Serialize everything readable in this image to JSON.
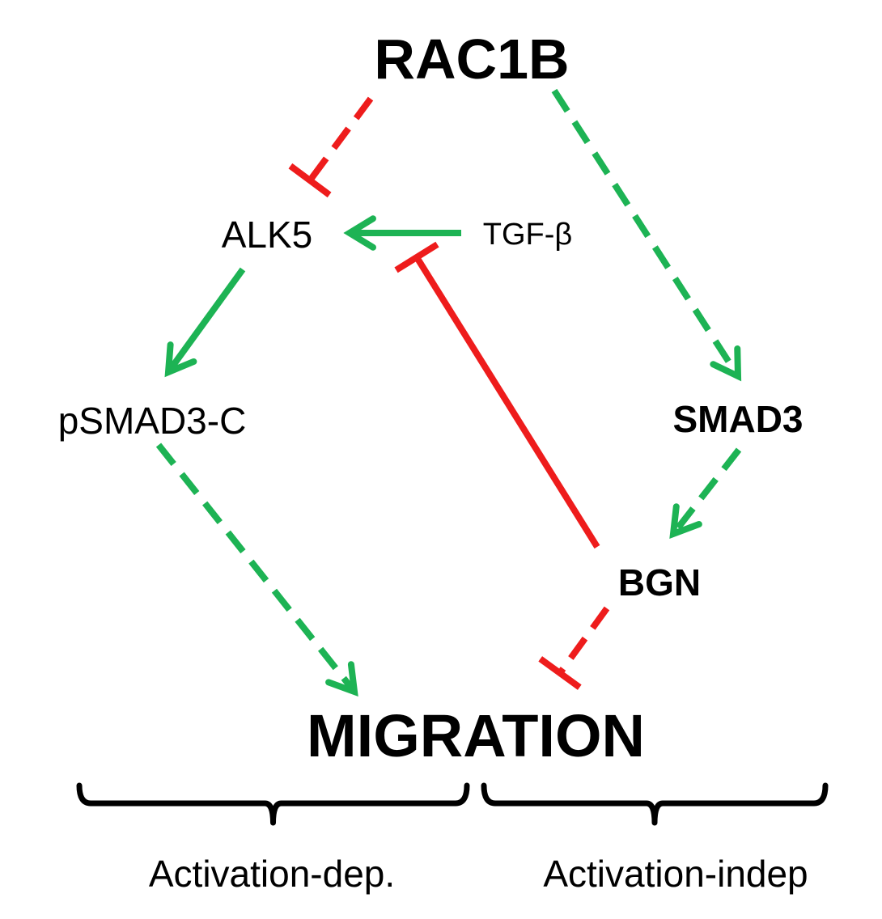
{
  "nodes": {
    "rac1b": "RAC1B",
    "alk5": "ALK5",
    "tgf_beta": "TGF-β",
    "psmad3_c": "pSMAD3-C",
    "smad3": "SMAD3",
    "bgn": "BGN",
    "migration": "MIGRATION"
  },
  "brackets": {
    "left_label": "Activation-dep.",
    "right_label": "Activation-indep"
  },
  "edges": [
    {
      "from": "RAC1B",
      "to": "ALK5",
      "type": "inhibition",
      "style": "dashed"
    },
    {
      "from": "RAC1B",
      "to": "SMAD3",
      "type": "activation",
      "style": "dashed"
    },
    {
      "from": "TGF-β",
      "to": "ALK5",
      "type": "activation",
      "style": "solid"
    },
    {
      "from": "ALK5",
      "to": "pSMAD3-C",
      "type": "activation",
      "style": "solid"
    },
    {
      "from": "BGN",
      "to": "TGF-β → ALK5",
      "type": "inhibition",
      "style": "solid"
    },
    {
      "from": "SMAD3",
      "to": "BGN",
      "type": "activation",
      "style": "dashed"
    },
    {
      "from": "pSMAD3-C",
      "to": "MIGRATION",
      "type": "activation",
      "style": "dashed"
    },
    {
      "from": "BGN",
      "to": "MIGRATION",
      "type": "inhibition",
      "style": "dashed"
    }
  ],
  "colors": {
    "activation": "#1db354",
    "inhibition": "#ee1c1c",
    "text": "#000000",
    "bracket": "#000000"
  }
}
